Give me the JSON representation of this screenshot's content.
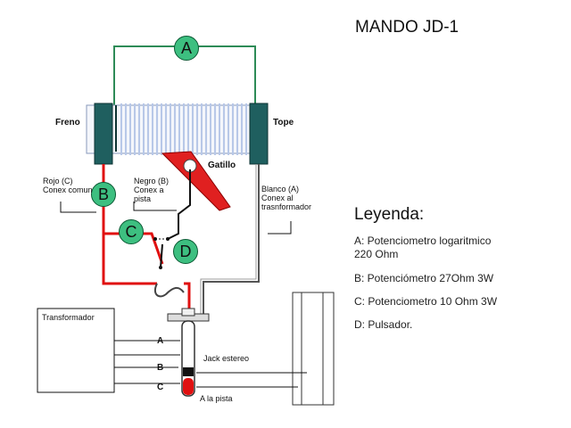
{
  "title": "MANDO JD-1",
  "legend": {
    "heading": "Leyenda:",
    "items": [
      {
        "line1": "A: Potenciometro logaritmico",
        "line2": "220 Ohm"
      },
      {
        "line1": "B: Potenciómetro 27Ohm 3W"
      },
      {
        "line1": "C: Potenciometro 10 Ohm 3W"
      },
      {
        "line1": "D: Pulsador."
      }
    ]
  },
  "components": {
    "a": "A",
    "b": "B",
    "c": "C",
    "d": "D"
  },
  "labels": {
    "freno": "Freno",
    "tope": "Tope",
    "gatillo": "Gatillo",
    "rojo": [
      "Rojo (C)",
      "Conex comun"
    ],
    "negro": [
      "Negro (B)",
      "Conex a",
      "pista"
    ],
    "blanco": [
      "Blanco (A)",
      "Conex al",
      "trasnformador"
    ],
    "transformador": "Transformador",
    "jack": "Jack estereo",
    "pista": "A la pista",
    "jack_a": "A",
    "jack_b": "B",
    "jack_c": "C"
  },
  "colors": {
    "wire_red": "#e01010",
    "wire_green": "#2e8b57",
    "wire_gray": "#555555",
    "circle_fill": "#3dbf80",
    "post_fill": "#1f5f5f",
    "coil_stripe": "#b8c8e8",
    "trigger": "#e02020"
  }
}
